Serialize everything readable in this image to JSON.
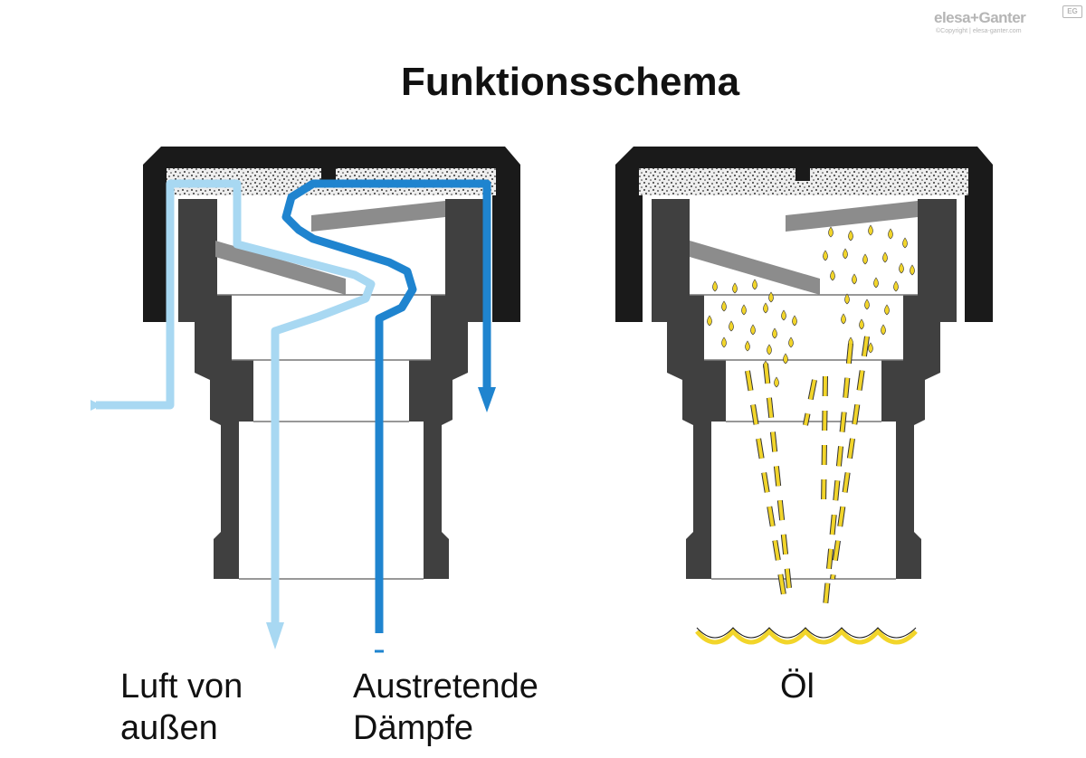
{
  "title": "Funktionsschema",
  "labels": {
    "air_line1": "Luft von",
    "air_line2": "außen",
    "vapor_line1": "Austretende",
    "vapor_line2": "Dämpfe",
    "oil": "Öl"
  },
  "logo": {
    "brand": "elesa+Ganter",
    "copyright": "©Copyright | elesa-ganter.com",
    "badge": "EG"
  },
  "colors": {
    "housing": "#1a1a1a",
    "insert": "#404040",
    "baffle": "#8c8c8c",
    "air_flow": "#a8d8f2",
    "vapor_flow": "#1f84cf",
    "oil": "#f2d52a",
    "filter": "#e0e0e0"
  }
}
